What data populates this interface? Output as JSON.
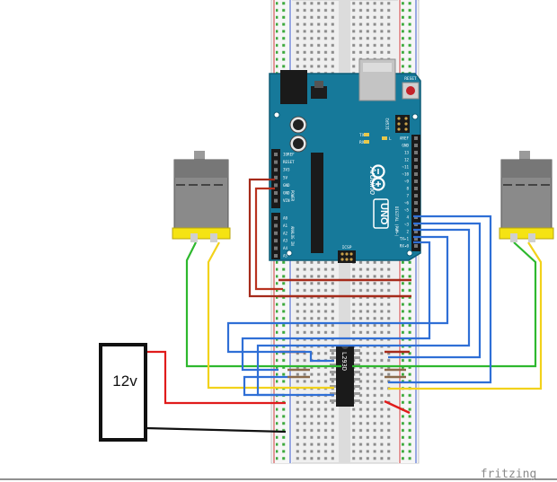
{
  "battery": {
    "label": "12v"
  },
  "arduino": {
    "brand": "Arduino",
    "model": "UNO",
    "icsp_label": "ICSP",
    "icsp2_label": "ICSP2",
    "reset_label": "RESET",
    "tx_label": "TX",
    "rx_label": "RX",
    "l_label": "L",
    "power_header": [
      "IOREF",
      "RESET",
      "3V3",
      "5V",
      "GND",
      "GND",
      "VIN"
    ],
    "analog_header": [
      "A0",
      "A1",
      "A2",
      "A3",
      "A4",
      "A5"
    ],
    "digital_header": [
      "AREF",
      "GND",
      "13",
      "12",
      "~11",
      "~10",
      "~9",
      "8",
      "7",
      "~6",
      "~5",
      "4",
      "~3",
      "2",
      "TX▸1",
      "RX◂0"
    ],
    "power_group_label": "POWER",
    "analog_group_label": "ANALOG IN",
    "digital_group_label": "DIGITAL (PWM~)"
  },
  "chip": {
    "label": "L293D"
  },
  "footer": {
    "brand": "fritzing"
  },
  "colors": {
    "wire_red": "#e01b1b",
    "wire_blue": "#2f6fd6",
    "wire_green": "#2eb82e",
    "wire_yellow": "#f2d21b",
    "wire_black": "#111111",
    "wire_brown": "#a52a1a",
    "arduino_board": "#16799a",
    "breadboard": "#f2f2f2",
    "motor_body": "#8a8a8a",
    "motor_cap": "#f5e313"
  },
  "icons": [
    "dc-motor-left-icon",
    "dc-motor-right-icon",
    "arduino-uno-board",
    "breadboard",
    "l293d-chip",
    "battery-box"
  ]
}
